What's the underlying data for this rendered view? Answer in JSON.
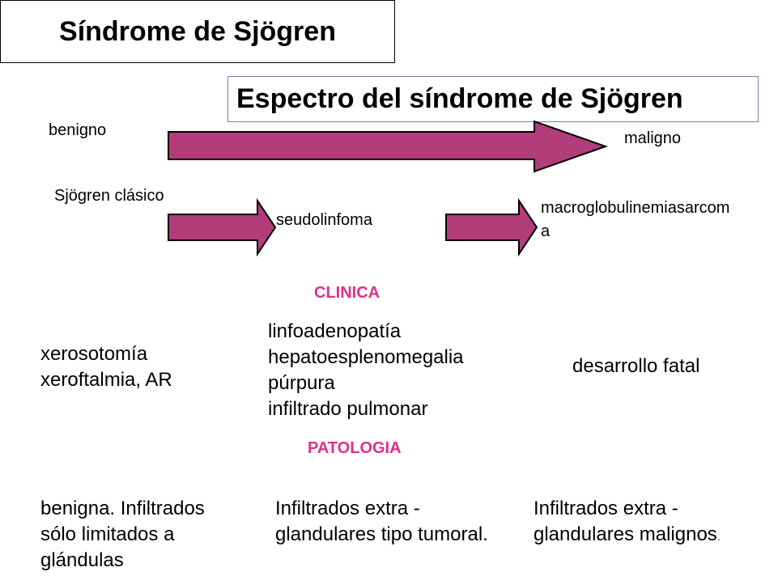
{
  "title": "Síndrome de Sjögren",
  "subtitle": "Espectro del síndrome de Sjögren",
  "spectrum": {
    "left_label": "benigno",
    "right_label": "maligno"
  },
  "stages": {
    "classic": "Sjögren clásico",
    "pseudolymphoma": "seudolinfoma",
    "malignant_line1": "macroglobulinemiasarcom",
    "malignant_line2": "a"
  },
  "clinica": {
    "heading": "CLINICA",
    "col1": [
      "xerosotomía",
      "xeroftalmia, AR"
    ],
    "col2": [
      "linfoadenopatía",
      "hepatoesplenomegalia",
      "púrpura",
      "infiltrado pulmonar"
    ],
    "col3": [
      "desarrollo fatal"
    ]
  },
  "patologia": {
    "heading": "PATOLOGIA",
    "col1": [
      "benigna. Infiltrados",
      "sólo limitados a",
      "glándulas"
    ],
    "col2": [
      "Infiltrados extra -",
      "glandulares tipo tumoral."
    ],
    "col3": [
      "Infiltrados extra -",
      "glandulares malignos"
    ],
    "col3_trailing": "."
  },
  "colors": {
    "arrow_fill": "#b33c7a",
    "arrow_stroke": "#000000",
    "heading_color": "#e0308a",
    "trailing_dot": "#6b6bb5"
  }
}
